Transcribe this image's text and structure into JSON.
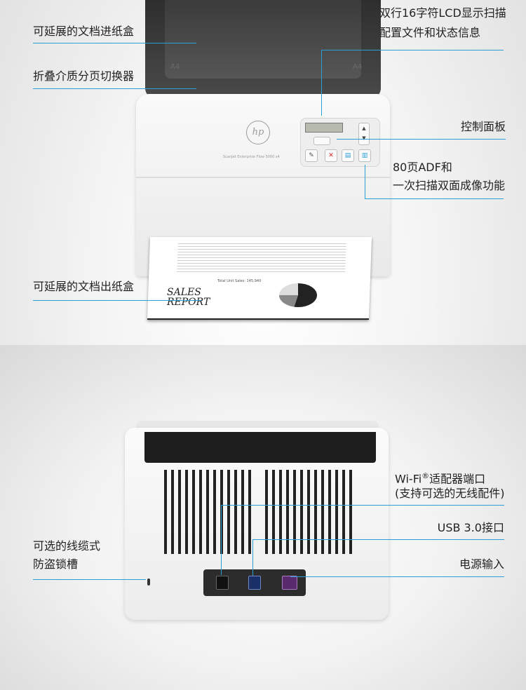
{
  "top_labels": {
    "input_tray": "可延展的文档进纸盒",
    "media_switch": "折叠介质分页切换器",
    "lcd_line1": "双行16字符LCD显示扫描",
    "lcd_line2": "配置文件和状态信息",
    "control_panel": "控制面板",
    "adf_line1": "80页ADF和",
    "adf_line2": "一次扫描双面成像功能",
    "output_tray": "可延展的文档出纸盒"
  },
  "bottom_labels": {
    "wifi_line1": "Wi-Fi",
    "wifi_reg": "®",
    "wifi_line1_rest": "适配器端口",
    "wifi_line2": "(支持可选的无线配件)",
    "usb": "USB 3.0接口",
    "power": "电源输入",
    "lock_line1": "可选的线缆式",
    "lock_line2": "防盗锁槽"
  },
  "device": {
    "brand_logo": "hp",
    "model": "ScanJet Enterprise Flow 5000 s4",
    "paper_title_1": "SALES",
    "paper_title_2": "REPORT",
    "paper_subtitle": "Total Unit Sales: 145,940"
  },
  "colors": {
    "callout_line": "#2a9fd6"
  }
}
